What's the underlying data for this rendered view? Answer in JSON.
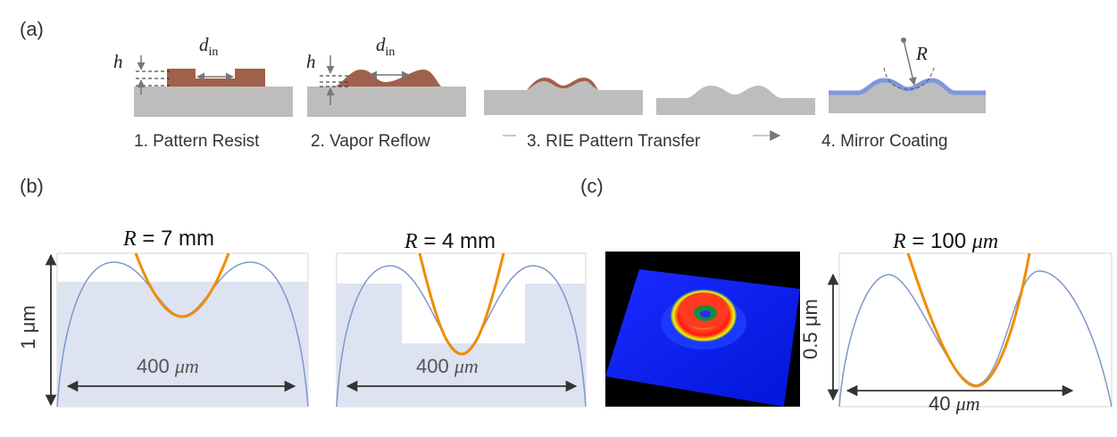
{
  "panels": {
    "a": "(a)",
    "b": "(b)",
    "c": "(c)"
  },
  "process": {
    "h_symbol": "h",
    "d_symbol": "d",
    "d_sub": "in",
    "r_symbol": "R",
    "steps": [
      "1. Pattern Resist",
      "2. Vapor Reflow",
      "3. RIE Pattern Transfer",
      "4. Mirror Coating"
    ]
  },
  "profiles": [
    {
      "r_symbol": "R",
      "r_value": " = 7 mm",
      "height_label": "1 μm",
      "width_num": "400 ",
      "width_unit": "μm"
    },
    {
      "r_symbol": "R",
      "r_value": " = 4 mm",
      "width_num": "400 ",
      "width_unit": "μm"
    },
    {
      "r_symbol": "R",
      "r_value": " = 100 ",
      "r_unit": "μm",
      "height_label": "0.5 μm",
      "width_num": "40 ",
      "width_unit": "μm"
    }
  ],
  "colors": {
    "substrate": "#bdbdbd",
    "resist": "#a0614a",
    "coating": "#7f97dc",
    "profile": "#7f97cc",
    "fill": "#dde3f0",
    "fit": "#f08c00",
    "arrow": "#333333"
  },
  "image_3d": {
    "icon": "3d-surface-profile-image",
    "background": "#000000",
    "surface": "#0a1eff"
  }
}
